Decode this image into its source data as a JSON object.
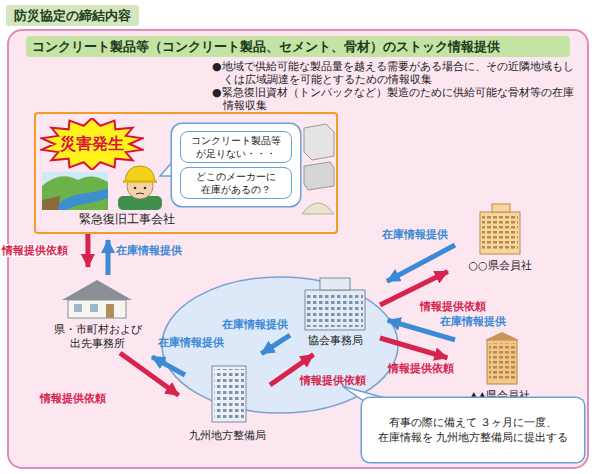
{
  "diagram": {
    "title": "防災協定の締結内容",
    "nodes": [
      {
        "text": [
          "コンクリート製品等（コンクリート製品、セメント、骨材）のストック情報提供",
          "●地域で供給可能な製品量を越える需要がある場合に、その近隣地域もしくは広域調達を可能とするための情報収集",
          "●緊急復旧資材（トンパックなど）製造のために供給可能な骨材等の在庫情報収集"
        ]
      },
      {
        "text": [
          "緊急復旧工事会社"
        ],
        "in": 0
      },
      {
        "text": [
          "災害発生"
        ],
        "in": 1
      },
      {
        "text": [
          "コンクリート製品等 が足りない・・・",
          "どこのメーカーに 在庫があるの？"
        ],
        "in": 1
      },
      {
        "text": [
          "県・市町村および 出先事務所"
        ],
        "in": 0
      },
      {
        "text": [
          "協会事務局"
        ],
        "in": 0
      },
      {
        "text": [
          "九州地方整備局"
        ],
        "in": 0
      },
      {
        "text": [
          "○○県会員社"
        ],
        "in": 0
      },
      {
        "text": [
          "▲▲県会員社"
        ],
        "in": 0
      },
      {
        "text": [
          "有事の際に備えて ３ヶ月に一度、在庫情報を 九州地方整備局に提出する"
        ],
        "in": 0
      }
    ],
    "edges": [
      {
        "from": 1,
        "to": 4,
        "label": "情報提供依頼",
        "arrow": "to"
      },
      {
        "from": 4,
        "to": 1,
        "label": "在庫情報提供",
        "arrow": "to"
      },
      {
        "from": 6,
        "to": 4,
        "label": "在庫情報提供",
        "arrow": "to"
      },
      {
        "from": 4,
        "to": 6,
        "label": "情報提供依頼",
        "arrow": "to"
      },
      {
        "from": 5,
        "to": 6,
        "label": "在庫情報提供",
        "arrow": "to"
      },
      {
        "from": 6,
        "to": 5,
        "label": "情報提供依頼",
        "arrow": "to"
      },
      {
        "from": 7,
        "to": 5,
        "label": "在庫情報提供",
        "arrow": "to"
      },
      {
        "from": 5,
        "to": 7,
        "label": "情報提供依頼",
        "arrow": "to"
      },
      {
        "from": 8,
        "to": 5,
        "label": "在庫情報提供",
        "arrow": "to"
      },
      {
        "from": 5,
        "to": 8,
        "label": "情報提供依頼",
        "arrow": "to"
      }
    ]
  }
}
